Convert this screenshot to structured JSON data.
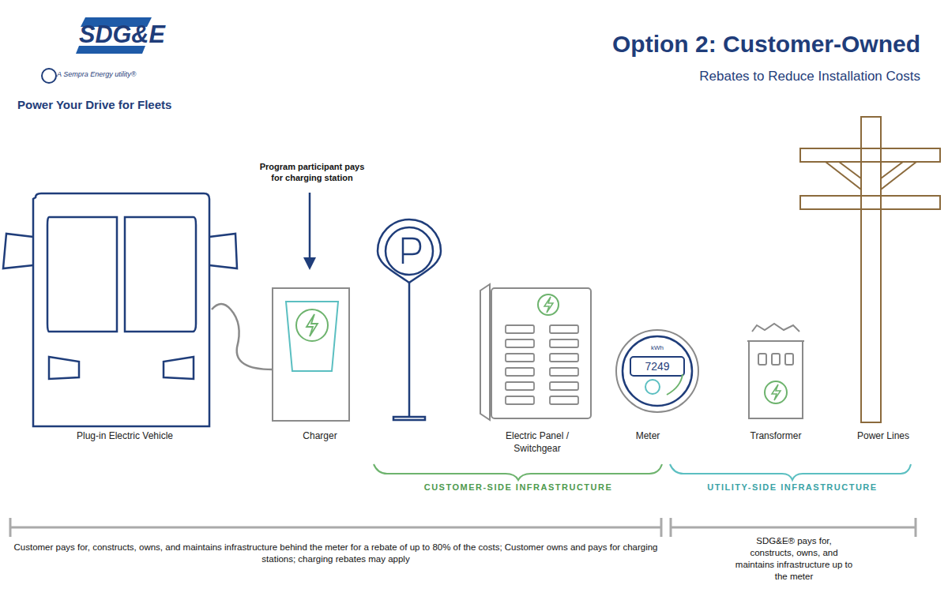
{
  "diagram": {
    "title": "Option 2: Customer-Owned",
    "labels": [
      "SDG&E",
      "A Sempra Energy utility®",
      "Power Your Drive for Fleets",
      "Rebates to Reduce Installation Costs",
      "Program participant pays for charging station",
      "Plug-in Electric Vehicle",
      "Charger",
      "Electric Panel / Switchgear",
      "Meter",
      "Transformer",
      "Power Lines",
      "kWh",
      "7249",
      "CUSTOMER-SIDE INFRASTRUCTURE",
      "UTILITY-SIDE INFRASTRUCTURE",
      "Customer pays for, constructs, owns, and maintains infrastructure behind the meter for a rebate of up to 80% of the costs; Customer owns and pays for charging stations; charging rebates may apply",
      "SDG&E® pays for, constructs, owns, and maintains infrastructure up to the meter"
    ]
  }
}
